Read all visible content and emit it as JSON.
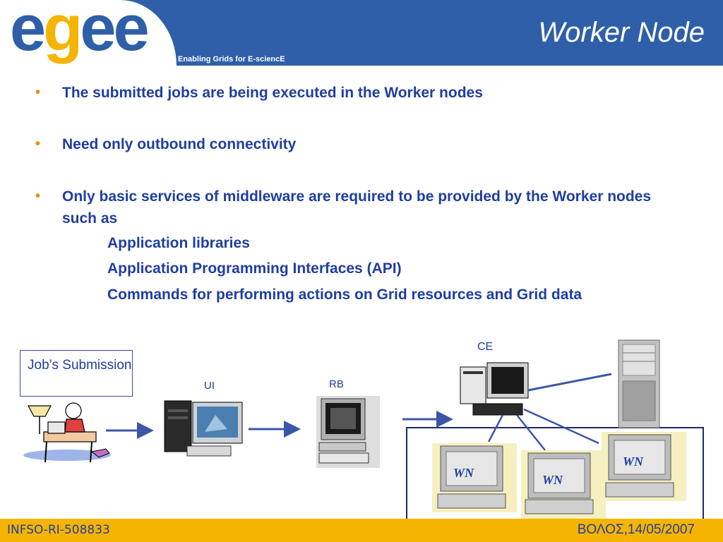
{
  "header": {
    "logo": "egee",
    "tagline": "Enabling Grids for E-sciencE",
    "title": "Worker Node"
  },
  "bullets": [
    "The submitted jobs are being executed in the Worker nodes",
    "Need only outbound connectivity",
    "Only basic services of middleware are required to be provided by the Worker nodes such as"
  ],
  "sub_items": [
    "Application libraries",
    "Application Programming Interfaces (API)",
    "Commands for performing actions on Grid resources and Grid data"
  ],
  "diagram": {
    "submission_label": "Job’s Submission",
    "ui_label": "UI",
    "rb_label": "RB",
    "ce_label": "CE",
    "wn_label": "WN"
  },
  "footer": {
    "left": "INFSO-RI-508833",
    "right": "ΒΟΛΟΣ,14/05/2007"
  },
  "colors": {
    "header_blue": "#2e5fa8",
    "logo_yellow": "#f5b400",
    "text_blue": "#1f3ea1",
    "bullet_orange": "#f08c00",
    "footer_yellow": "#f5b400"
  }
}
